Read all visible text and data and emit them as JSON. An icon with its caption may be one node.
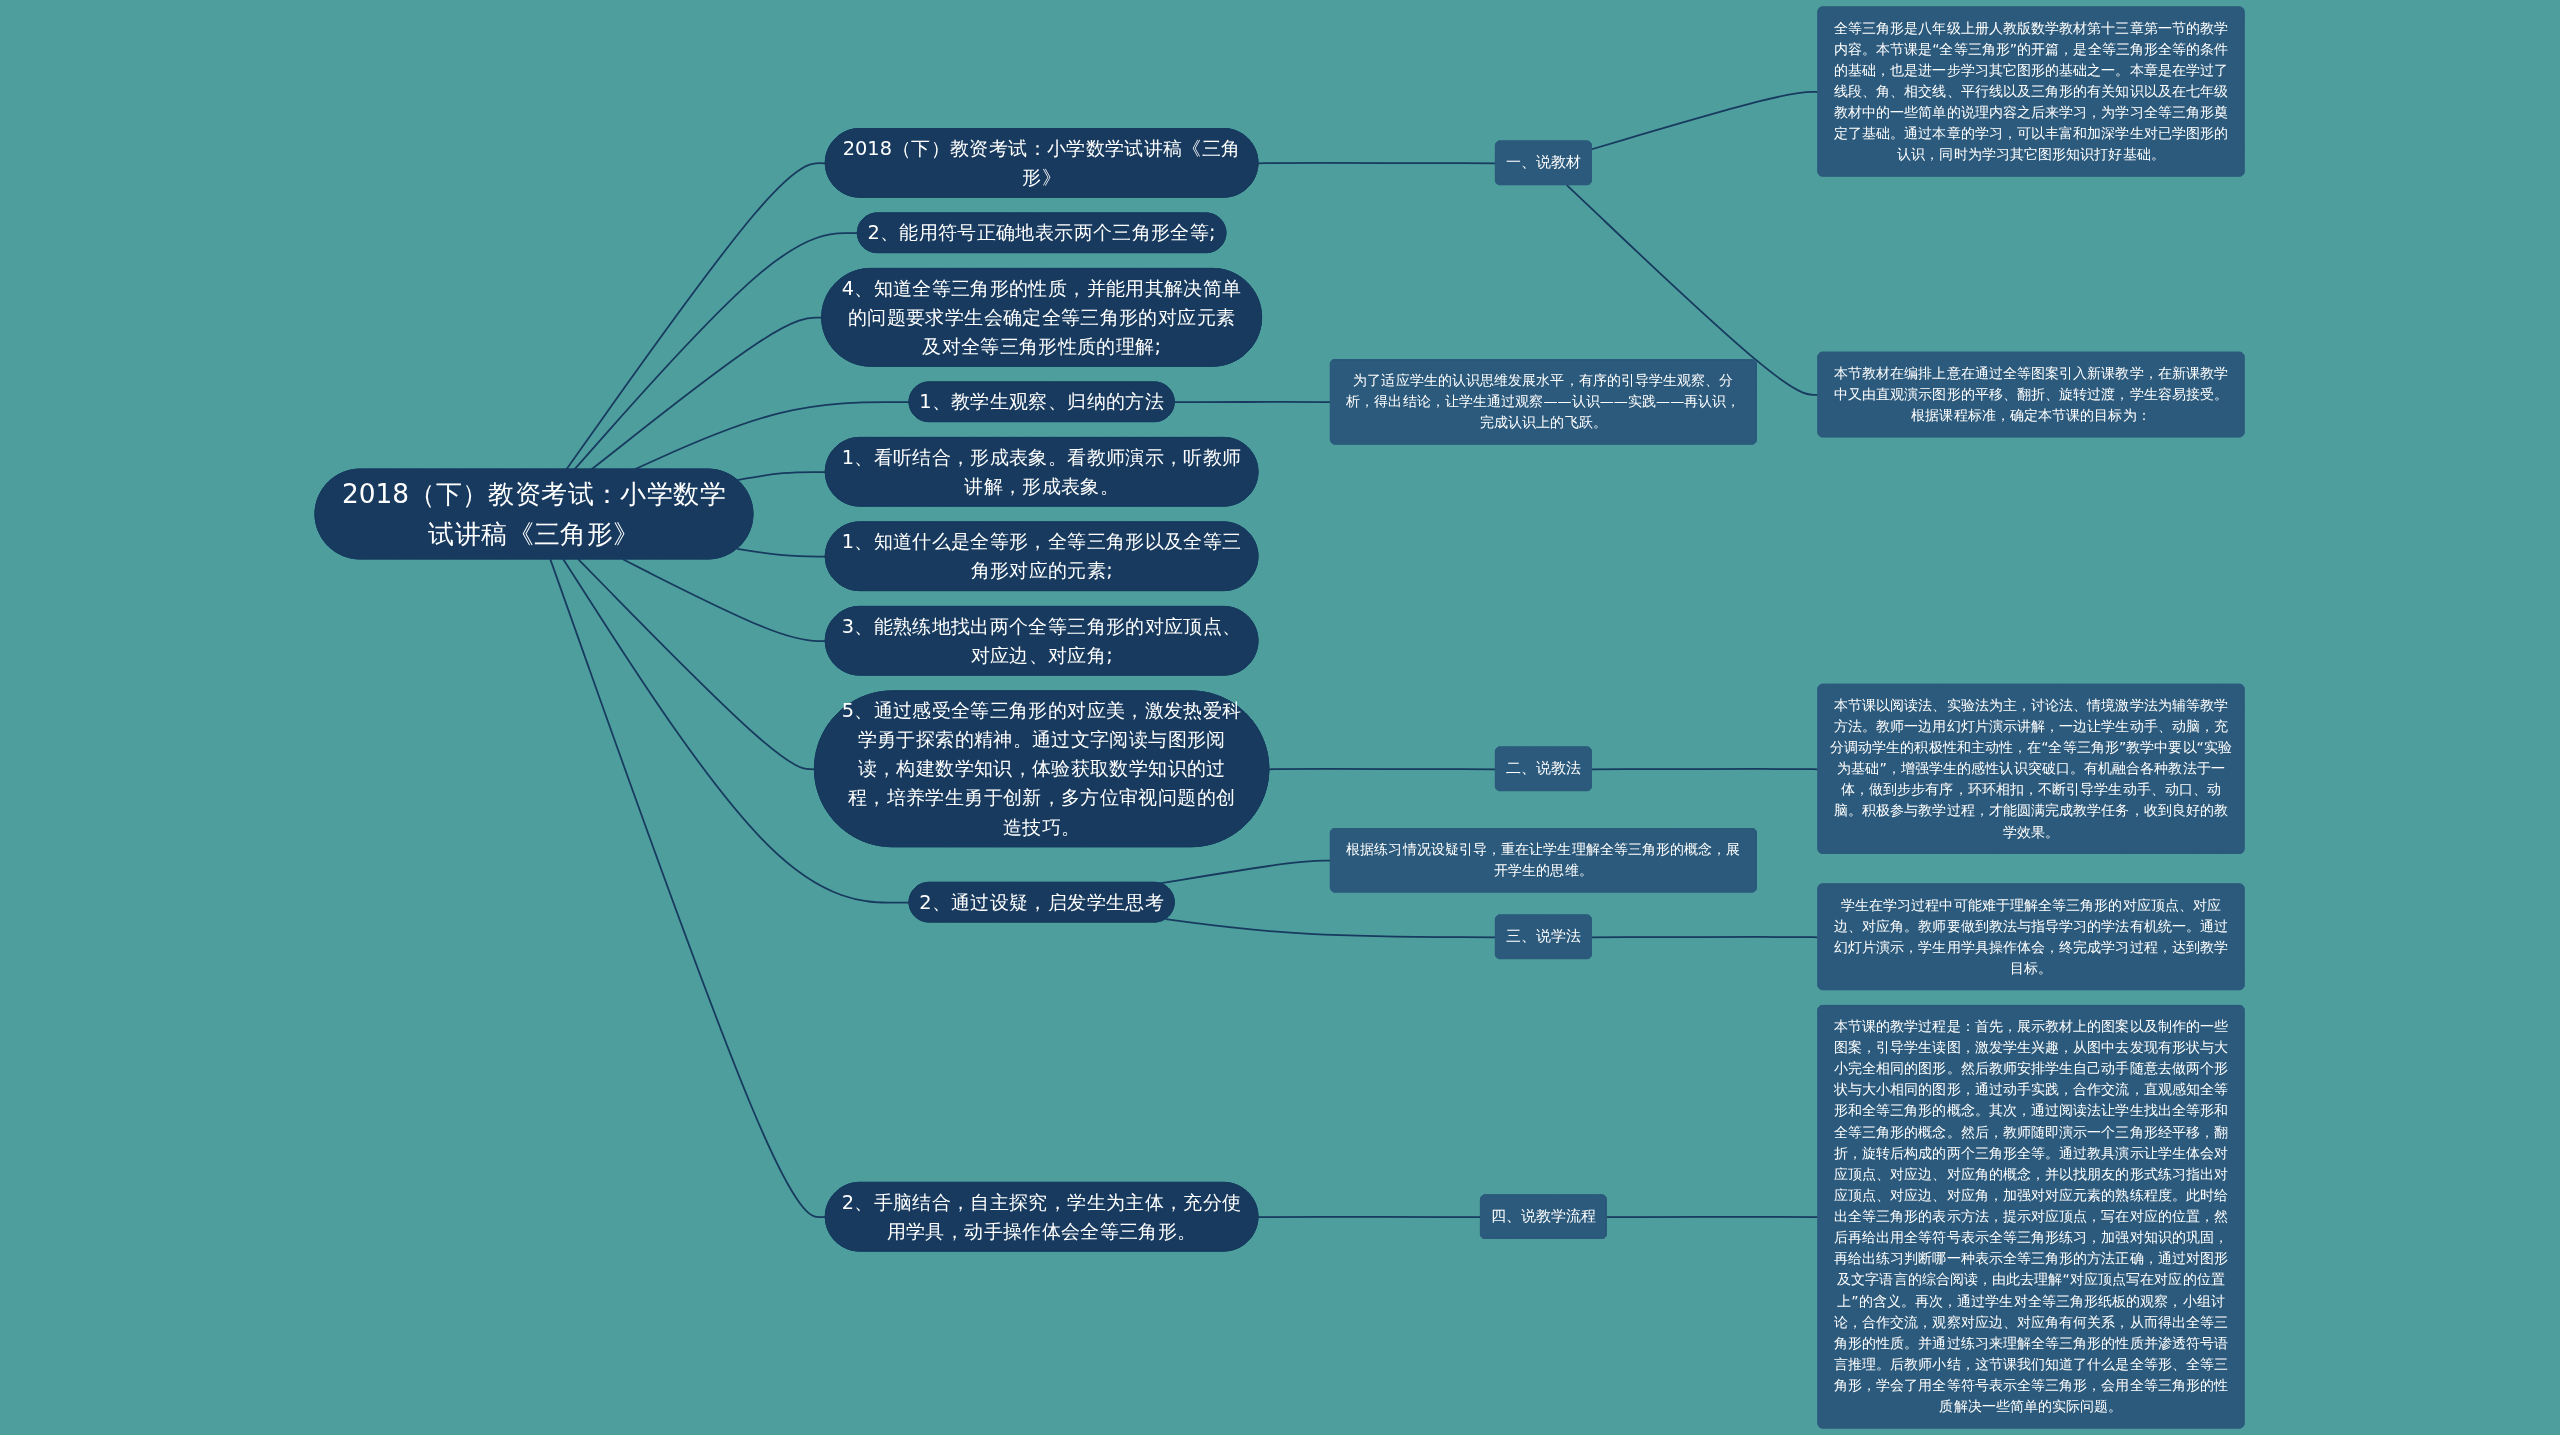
{
  "diagram": {
    "nodes": [
      {
        "text": [
          "2018（下）教资考试：小学数学试讲稿《三角形》"
        ]
      },
      {
        "text": [
          "2018（下）教资考试：小学数学试讲稿《三角形》"
        ]
      },
      {
        "text": [
          "一、说教材"
        ]
      },
      {
        "text": [
          "全等三角形是八年级上册人教版数学教材第十三章第一节的教学内容。本节课是“全等三角形”的开篇，是全等三角形全等的条件的基础，也是进一步学习其它图形的基础之一。本章是在学过了线段、角、相交线、平行线以及三角形的有关知识以及在七年级教材中的一些简单的说理内容之后来学习，为学习全等三角形奠定了基础。通过本章的学习，可以丰富和加深学生对已学图形的认识，同时为学习其它图形知识打好基础。"
        ]
      },
      {
        "text": [
          "本节教材在编排上意在通过全等图案引入新课教学，在新课教学中又由直观演示图形的平移、翻折、旋转过渡，学生容易接受。根据课程标准，确定本节课的目标为："
        ]
      },
      {
        "text": [
          "2、能用符号正确地表示两个三角形全等;"
        ]
      },
      {
        "text": [
          "4、知道全等三角形的性质，并能用其解决简单的问题要求学生会确定全等三角形的对应元素及对全等三角形性质的理解;"
        ]
      },
      {
        "text": [
          "1、教学生观察、归纳的方法"
        ]
      },
      {
        "text": [
          "为了适应学生的认识思维发展水平，有序的引导学生观察、分析，得出结论，让学生通过观察——认识——实践——再认识，完成认识上的飞跃。"
        ]
      },
      {
        "text": [
          "1、看听结合，形成表象。看教师演示，听教师讲解，形成表象。"
        ]
      },
      {
        "text": [
          "1、知道什么是全等形，全等三角形以及全等三角形对应的元素;"
        ]
      },
      {
        "text": [
          "3、能熟练地找出两个全等三角形的对应顶点、对应边、对应角;"
        ]
      },
      {
        "text": [
          "5、通过感受全等三角形的对应美，激发热爱科学勇于探索的精神。通过文字阅读与图形阅读，构建数学知识，体验获取数学知识的过程，培养学生勇于创新，多方位审视问题的创造技巧。"
        ]
      },
      {
        "text": [
          "二、说教法"
        ]
      },
      {
        "text": [
          "本节课以阅读法、实验法为主，讨论法、情境激学法为辅等教学方法。教师一边用幻灯片演示讲解，一边让学生动手、动脑，充分调动学生的积极性和主动性，在“全等三角形”教学中要以“实验为基础”，增强学生的感性认识突破口。有机融合各种教法于一体，做到步步有序，环环相扣，不断引导学生动手、动口、动脑。积极参与教学过程，才能圆满完成教学任务，收到良好的教学效果。"
        ]
      },
      {
        "text": [
          "2、通过设疑，启发学生思考"
        ]
      },
      {
        "text": [
          "根据练习情况设疑引导，重在让学生理解全等三角形的概念，展开学生的思维。"
        ]
      },
      {
        "text": [
          "三、说学法"
        ]
      },
      {
        "text": [
          "学生在学习过程中可能难于理解全等三角形的对应顶点、对应边、对应角。教师要做到教法与指导学习的学法有机统一。通过幻灯片演示，学生用学具操作体会，终完成学习过程，达到教学目标。"
        ]
      },
      {
        "text": [
          "2、手脑结合，自主探究，学生为主体，充分使用学具，动手操作体会全等三角形。"
        ]
      },
      {
        "text": [
          "四、说教学流程"
        ]
      },
      {
        "text": [
          "本节课的教学过程是：首先，展示教材上的图案以及制作的一些图案，引导学生读图，激发学生兴趣，从图中去发现有形状与大小完全相同的图形。然后教师安排学生自己动手随意去做两个形状与大小相同的图形，通过动手实践，合作交流，直观感知全等形和全等三角形的概念。其次，通过阅读法让学生找出全等形和全等三角形的概念。然后，教师随即演示一个三角形经平移，翻折，旋转后构成的两个三角形全等。通过教具演示让学生体会对应顶点、对应边、对应角的概念，并以找朋友的形式练习指出对应顶点、对应边、对应角，加强对对应元素的熟练程度。此时给出全等三角形的表示方法，提示对应顶点，写在对应的位置，然后再给出用全等符号表示全等三角形练习，加强对知识的巩固，再给出练习判断哪一种表示全等三角形的方法正确，通过对图形及文字语言的综合阅读，由此去理解“对应顶点写在对应的位置上”的含义。再次，通过学生对全等三角形纸板的观察，小组讨论，合作交流，观察对应边、对应角有何关系，从而得出全等三角形的性质。并通过练习来理解全等三角形的性质并渗透符号语言推理。后教师小结，这节课我们知道了什么是全等形、全等三角形，学会了用全等符号表示全等三角形，会用全等三角形的性质解决一些简单的实际问题。"
        ]
      }
    ],
    "edges": [
      {
        "from": 0,
        "to": 1,
        "arrow": "none"
      },
      {
        "from": 1,
        "to": 2,
        "arrow": "none"
      },
      {
        "from": 2,
        "to": 3,
        "arrow": "none"
      },
      {
        "from": 2,
        "to": 4,
        "arrow": "none"
      },
      {
        "from": 0,
        "to": 5,
        "arrow": "none"
      },
      {
        "from": 0,
        "to": 6,
        "arrow": "none"
      },
      {
        "from": 0,
        "to": 7,
        "arrow": "none"
      },
      {
        "from": 7,
        "to": 8,
        "arrow": "none"
      },
      {
        "from": 0,
        "to": 9,
        "arrow": "none"
      },
      {
        "from": 0,
        "to": 10,
        "arrow": "none"
      },
      {
        "from": 0,
        "to": 11,
        "arrow": "none"
      },
      {
        "from": 0,
        "to": 12,
        "arrow": "none"
      },
      {
        "from": 12,
        "to": 13,
        "arrow": "none"
      },
      {
        "from": 13,
        "to": 14,
        "arrow": "none"
      },
      {
        "from": 0,
        "to": 15,
        "arrow": "none"
      },
      {
        "from": 15,
        "to": 16,
        "arrow": "none"
      },
      {
        "from": 15,
        "to": 17,
        "arrow": "none"
      },
      {
        "from": 17,
        "to": 18,
        "arrow": "none"
      },
      {
        "from": 0,
        "to": 19,
        "arrow": "none"
      },
      {
        "from": 19,
        "to": 20,
        "arrow": "none"
      },
      {
        "from": 20,
        "to": 21,
        "arrow": "none"
      }
    ]
  }
}
